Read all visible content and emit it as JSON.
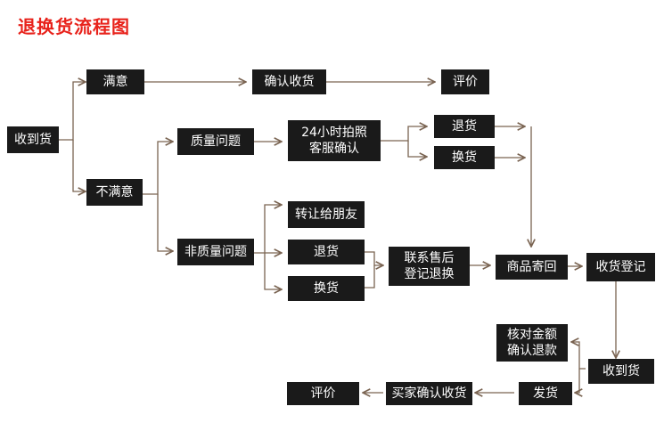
{
  "title": "退换货流程图",
  "nodes": {
    "received": "收到货",
    "satisfied": "满意",
    "confirm_receipt": "确认收货",
    "review_top": "评价",
    "unsatisfied": "不满意",
    "quality_issue": "质量问题",
    "photo_cs": "24小时拍照\n客服确认",
    "return_quality": "退货",
    "exchange_quality": "换货",
    "non_quality_issue": "非质量问题",
    "transfer_friend": "转让给朋友",
    "return_non": "退货",
    "exchange_non": "换货",
    "contact_aftersales": "联系售后\n登记退换",
    "send_back": "商品寄回",
    "receipt_register": "收货登记",
    "received_return": "收到货",
    "verify_refund": "核对金额\n确认退款",
    "ship": "发货",
    "buyer_confirm": "买家确认收货",
    "review_bottom": "评价"
  },
  "colors": {
    "title": "#e8221b",
    "node_fill": "#1a1a1a",
    "node_text": "#ffffff",
    "arrow": "#7a6452"
  }
}
